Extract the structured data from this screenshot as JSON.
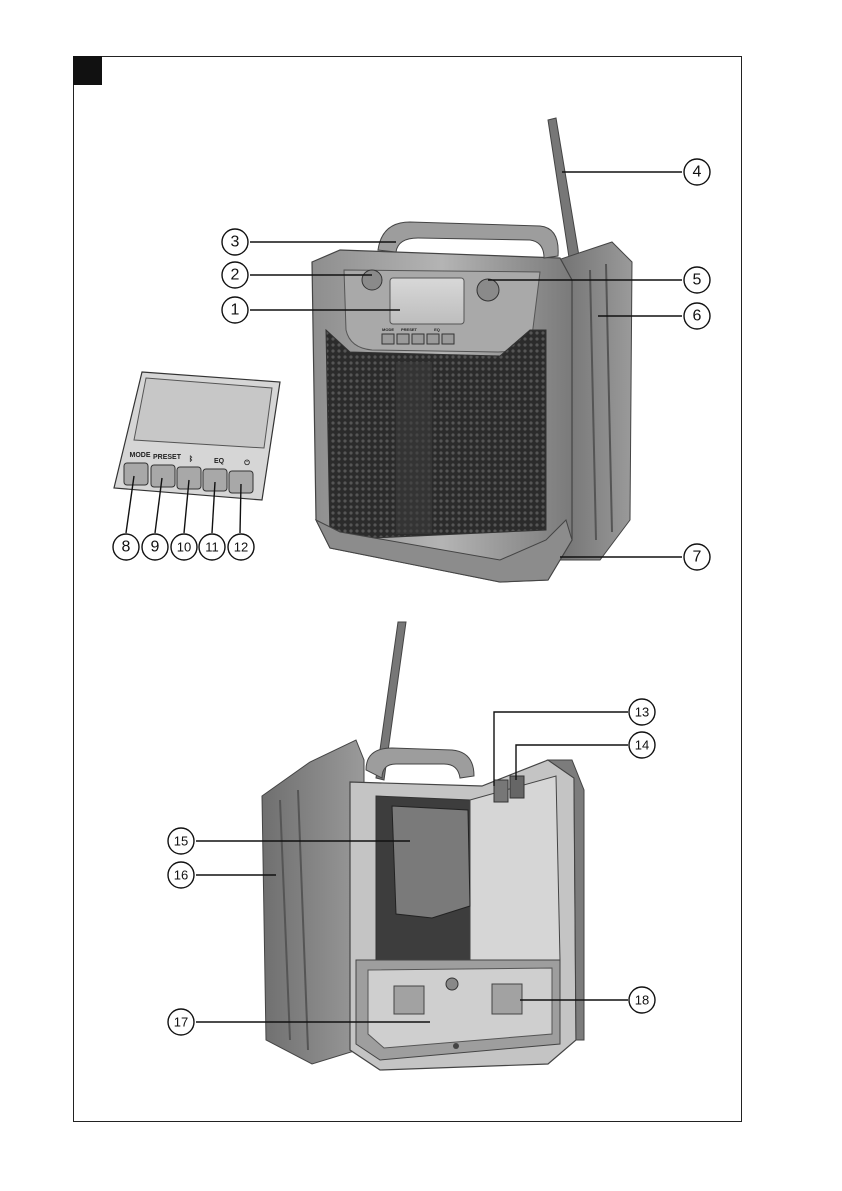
{
  "figure": {
    "section_marker": "",
    "callouts": [
      {
        "id": "callout-1",
        "label": "1"
      },
      {
        "id": "callout-2",
        "label": "2"
      },
      {
        "id": "callout-3",
        "label": "3"
      },
      {
        "id": "callout-4",
        "label": "4"
      },
      {
        "id": "callout-5",
        "label": "5"
      },
      {
        "id": "callout-6",
        "label": "6"
      },
      {
        "id": "callout-7",
        "label": "7"
      },
      {
        "id": "callout-8",
        "label": "8"
      },
      {
        "id": "callout-9",
        "label": "9"
      },
      {
        "id": "callout-10",
        "label": "10"
      },
      {
        "id": "callout-11",
        "label": "11"
      },
      {
        "id": "callout-12",
        "label": "12"
      },
      {
        "id": "callout-13",
        "label": "13"
      },
      {
        "id": "callout-14",
        "label": "14"
      },
      {
        "id": "callout-15",
        "label": "15"
      },
      {
        "id": "callout-16",
        "label": "16"
      },
      {
        "id": "callout-17",
        "label": "17"
      },
      {
        "id": "callout-18",
        "label": "18"
      }
    ],
    "control_panel_labels": {
      "mode": "MODE",
      "preset": "PRESET",
      "bluetooth": "ᛒ",
      "eq": "EQ",
      "power": "⏻"
    }
  }
}
